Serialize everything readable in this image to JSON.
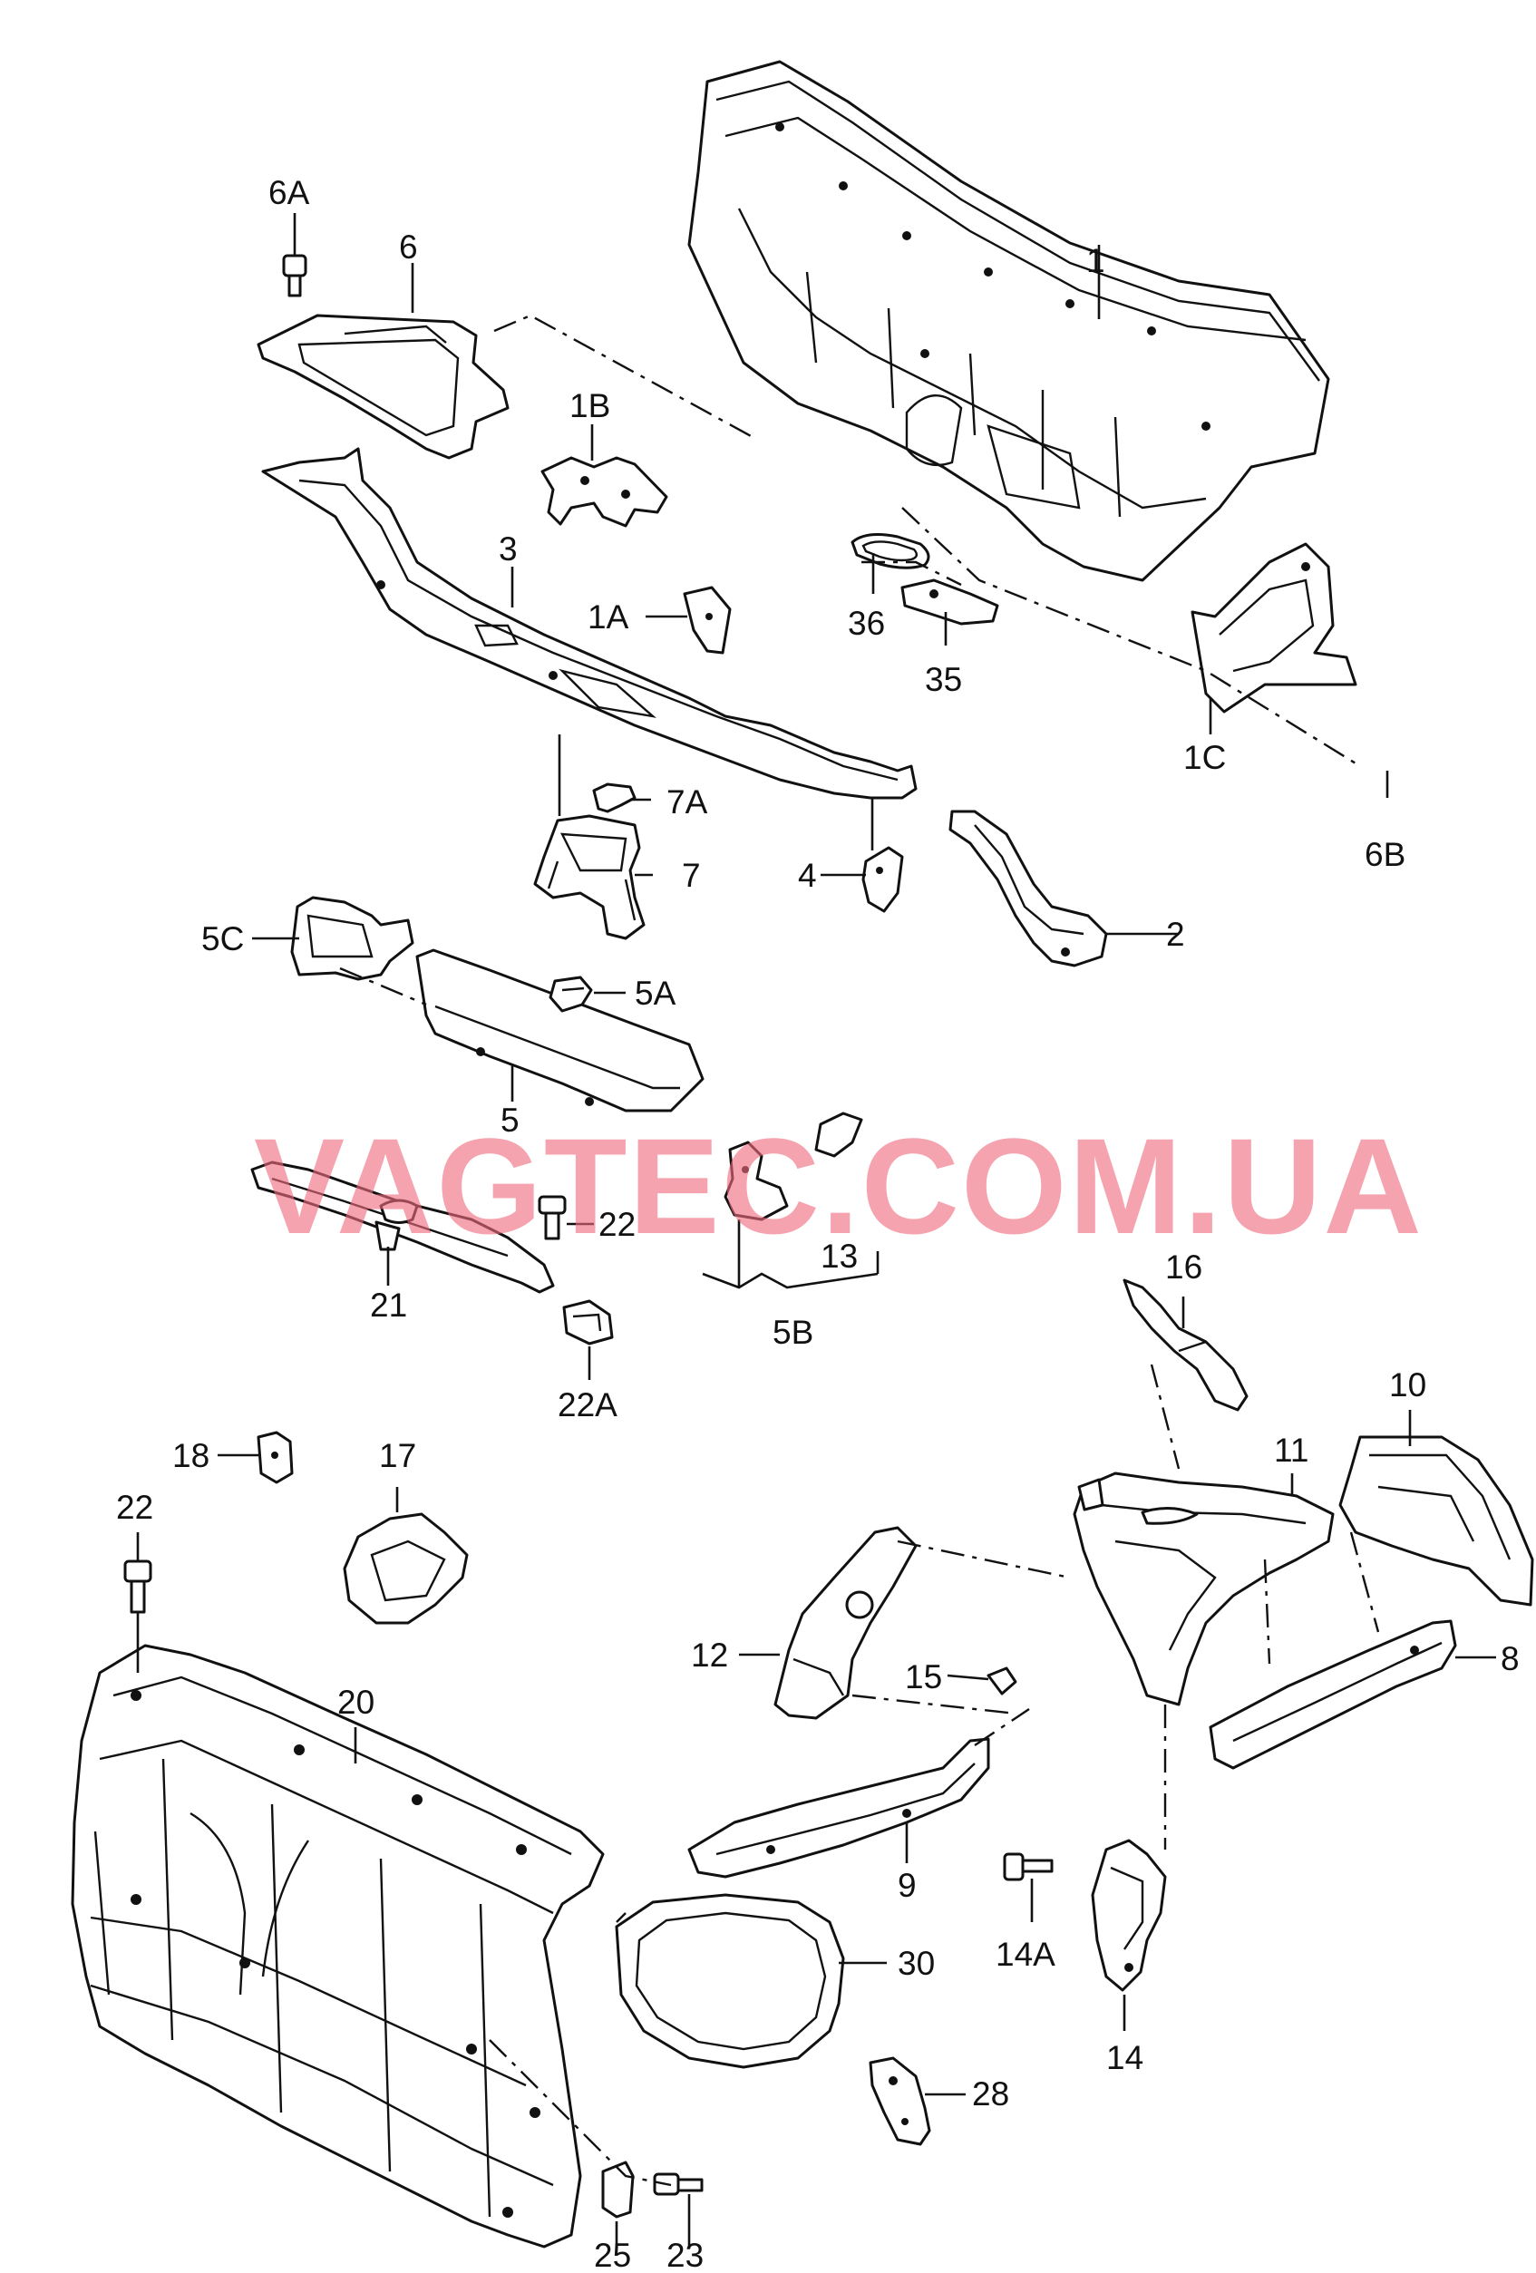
{
  "watermark": "VAGTEC.COM.UA",
  "colors": {
    "watermark": "#ef6b7e",
    "line": "#111111",
    "background": "#ffffff"
  },
  "labels": {
    "l1": "1",
    "l1A": "1A",
    "l1B": "1B",
    "l1C": "1C",
    "l2": "2",
    "l3": "3",
    "l4": "4",
    "l5": "5",
    "l5A": "5A",
    "l5B": "5B",
    "l5C": "5C",
    "l6": "6",
    "l6A": "6A",
    "l6B": "6B",
    "l7": "7",
    "l7A": "7A",
    "l8": "8",
    "l9": "9",
    "l10": "10",
    "l11": "11",
    "l12": "12",
    "l13": "13",
    "l14": "14",
    "l14A": "14A",
    "l15": "15",
    "l16": "16",
    "l17": "17",
    "l18": "18",
    "l20": "20",
    "l21": "21",
    "l22a": "22",
    "l22b": "22",
    "l22A": "22A",
    "l23": "23",
    "l25": "25",
    "l28": "28",
    "l30": "30",
    "l35": "35",
    "l36": "36"
  }
}
